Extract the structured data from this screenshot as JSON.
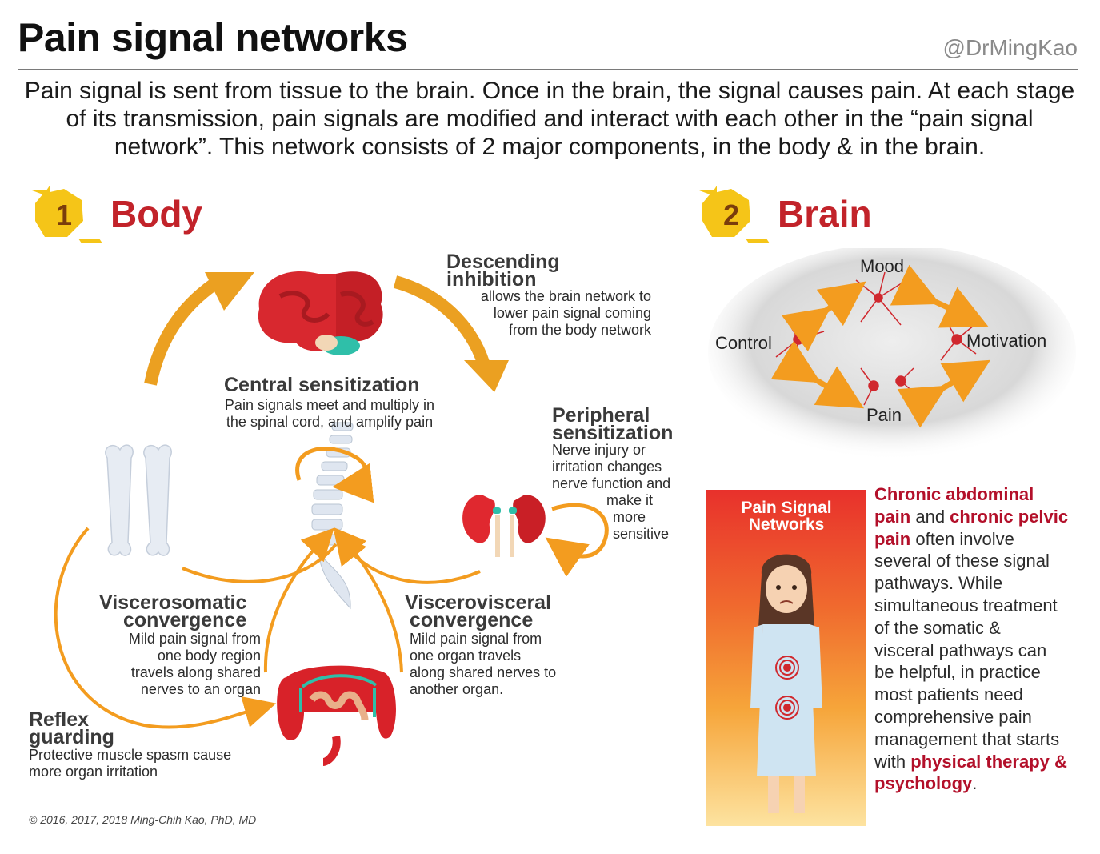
{
  "header": {
    "title": "Pain signal networks",
    "handle": "@DrMingKao",
    "intro": "Pain signal is sent from tissue to the brain. Once in the brain, the signal causes pain. At each stage of its transmission, pain signals are modified and interact with each other in the “pain signal network”.  This network consists of 2 major components, in the body & in the brain."
  },
  "body_section": {
    "number": "1",
    "title": "Body",
    "descending": {
      "heading_lines": [
        "Descending",
        "inhibition"
      ],
      "text_lines": [
        "allows the brain network to",
        "lower pain signal coming",
        "from the body network"
      ]
    },
    "central": {
      "heading": "Central sensitization",
      "text_lines": [
        "Pain signals meet and multiply in",
        "the spinal cord, and amplify pain"
      ]
    },
    "peripheral": {
      "heading_lines": [
        "Peripheral",
        "sensitization"
      ],
      "text_lines": [
        "Nerve injury or",
        "irritation changes",
        "nerve function and",
        "make it",
        "more",
        "sensitive"
      ]
    },
    "viscerosomatic": {
      "heading_lines": [
        "Viscerosomatic",
        "convergence"
      ],
      "text_lines": [
        "Mild pain signal from",
        "one body region",
        "travels along shared",
        "nerves to an organ"
      ]
    },
    "viscerovisceral": {
      "heading_lines": [
        "Viscerovisceral",
        "convergence"
      ],
      "text_lines": [
        "Mild pain signal from",
        "one organ travels",
        "along shared nerves to",
        "another organ."
      ]
    },
    "reflex": {
      "heading_lines": [
        "Reflex",
        "guarding"
      ],
      "text_lines": [
        "Protective muscle spasm cause",
        "more organ irritation"
      ]
    }
  },
  "brain_section": {
    "number": "2",
    "title": "Brain",
    "nodes": {
      "mood": "Mood",
      "control": "Control",
      "motivation": "Motivation",
      "pain": "Pain"
    }
  },
  "poster": {
    "title_lines": [
      "Pain Signal",
      "Networks"
    ]
  },
  "sidebar": {
    "lines": [
      [
        {
          "t": "Chronic abdominal",
          "b": true
        }
      ],
      [
        {
          "t": "pain",
          "b": true
        },
        {
          "t": " and ",
          "b": false
        },
        {
          "t": "chronic pelvic",
          "b": true
        }
      ],
      [
        {
          "t": "pain",
          "b": true
        },
        {
          "t": " often involve",
          "b": false
        }
      ],
      [
        {
          "t": "several of these signal",
          "b": false
        }
      ],
      [
        {
          "t": "pathways. While",
          "b": false
        }
      ],
      [
        {
          "t": "simultaneous treatment",
          "b": false
        }
      ],
      [
        {
          "t": "of the somatic &",
          "b": false
        }
      ],
      [
        {
          "t": "visceral pathways can",
          "b": false
        }
      ],
      [
        {
          "t": "be helpful, in practice",
          "b": false
        }
      ],
      [
        {
          "t": "most patients need",
          "b": false
        }
      ],
      [
        {
          "t": "comprehensive pain",
          "b": false
        }
      ],
      [
        {
          "t": "management that starts",
          "b": false
        }
      ],
      [
        {
          "t": "with ",
          "b": false
        },
        {
          "t": "physical therapy &",
          "b": true
        }
      ],
      [
        {
          "t": "psychology",
          "b": true
        },
        {
          "t": ".",
          "b": false
        }
      ]
    ]
  },
  "footer": {
    "copyright": "© 2016, 2017, 2018  Ming-Chih Kao, PhD, MD"
  },
  "colors": {
    "accent_red": "#c2232a",
    "arrow_orange": "#f39c1f",
    "badge_yellow": "#f5c518",
    "highlight_crimson": "#b3102a"
  }
}
